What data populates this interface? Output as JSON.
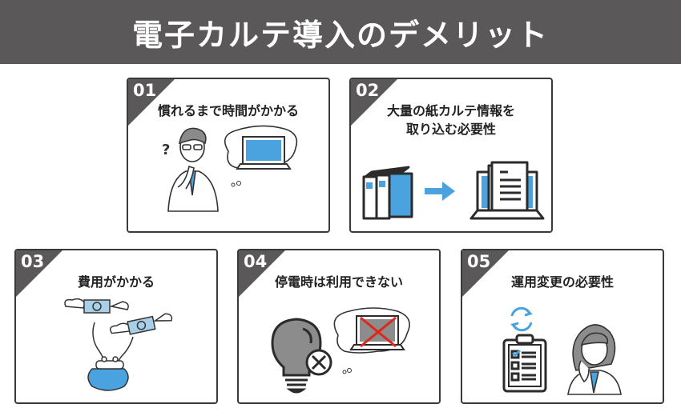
{
  "header": {
    "title": "電子カルテ導入のデメリット"
  },
  "colors": {
    "banner": "#5a5859",
    "accent_blue": "#4aa3df",
    "cross_red": "#e0251b"
  },
  "cards": [
    {
      "number": "01",
      "title": "慣れるまで時間がかかる",
      "illustration": "confused-man-thinking-of-laptop"
    },
    {
      "number": "02",
      "title_lines": [
        "大量の紙カルテ情報を",
        "取り込む必要性"
      ],
      "illustration": "binders-arrow-to-laptop-documents"
    },
    {
      "number": "03",
      "title": "費用がかかる",
      "illustration": "winged-money-flying-from-purse"
    },
    {
      "number": "04",
      "title": "停電時は利用できない",
      "illustration": "lightbulb-off-and-crossed-laptop"
    },
    {
      "number": "05",
      "title": "運用変更の必要性",
      "illustration": "checklist-refresh-and-worried-woman"
    }
  ],
  "question_mark": "?"
}
